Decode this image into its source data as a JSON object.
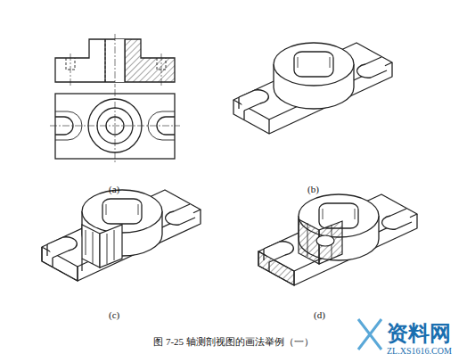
{
  "diagram": {
    "caption": "图 7-25 轴测剖视图的画法举例（一）",
    "labels": [
      "(a)",
      "(b)",
      "(c)",
      "(d)",
      "资料网",
      "ZL.XS1616.COM"
    ]
  }
}
